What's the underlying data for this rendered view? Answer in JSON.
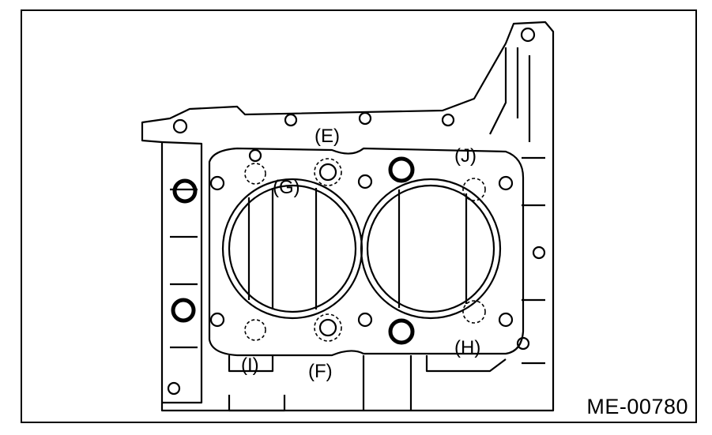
{
  "figure_id": "ME-00780",
  "callouts": {
    "E": "(E)",
    "F": "(F)",
    "G": "(G)",
    "H": "(H)",
    "I": "(I)",
    "J": "(J)"
  },
  "colors": {
    "ink": "#000000",
    "paper": "#ffffff"
  }
}
